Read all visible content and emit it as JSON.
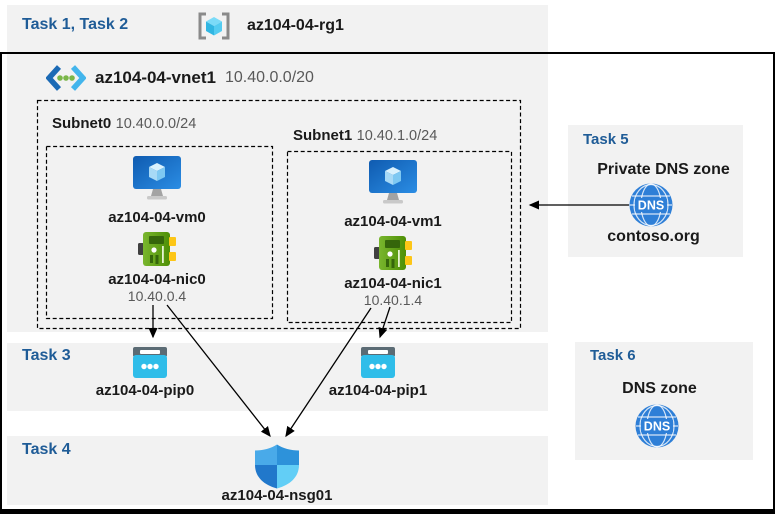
{
  "header": {
    "tasks_label": "Task 1, Task 2",
    "resource_group": "az104-04-rg1"
  },
  "vnet": {
    "name": "az104-04-vnet1",
    "cidr": "10.40.0.0/20"
  },
  "subnets": [
    {
      "name": "Subnet0",
      "cidr": "10.40.0.0/24",
      "vm": "az104-04-vm0",
      "nic": "az104-04-nic0",
      "nic_ip": "10.40.0.4"
    },
    {
      "name": "Subnet1",
      "cidr": "10.40.1.0/24",
      "vm": "az104-04-vm1",
      "nic": "az104-04-nic1",
      "nic_ip": "10.40.1.4"
    }
  ],
  "task3": {
    "label": "Task 3",
    "pip0": "az104-04-pip0",
    "pip1": "az104-04-pip1"
  },
  "task4": {
    "label": "Task 4",
    "nsg": "az104-04-nsg01"
  },
  "task5": {
    "label": "Task 5",
    "title": "Private DNS zone",
    "zone_name": "contoso.org"
  },
  "task6": {
    "label": "Task 6",
    "title": "DNS zone"
  },
  "icons": {
    "resource_group": "resource-group-icon",
    "virtual_network": "virtual-network-icon",
    "virtual_machine": "vm-icon",
    "network_interface": "nic-icon",
    "public_ip": "public-ip-icon",
    "nsg": "nsg-shield-icon",
    "dns": "dns-globe-icon",
    "dns_badge_text": "DNS"
  },
  "connections": [
    {
      "from": "contoso.org (Private DNS zone)",
      "to": "az104-04-vnet1"
    },
    {
      "from": "az104-04-nic0",
      "to": "az104-04-pip0"
    },
    {
      "from": "az104-04-nic1",
      "to": "az104-04-pip1"
    },
    {
      "from": "az104-04-nic0",
      "to": "az104-04-nsg01"
    },
    {
      "from": "az104-04-nic1",
      "to": "az104-04-nsg01"
    }
  ],
  "colors": {
    "panel_bg": "#f2f2f2",
    "heading_blue": "#1f5c97",
    "muted_text": "#595959",
    "frame_border": "#000000",
    "public_ip_cyan": "#2fbde9",
    "dns_blue": "#2e7fd7"
  }
}
